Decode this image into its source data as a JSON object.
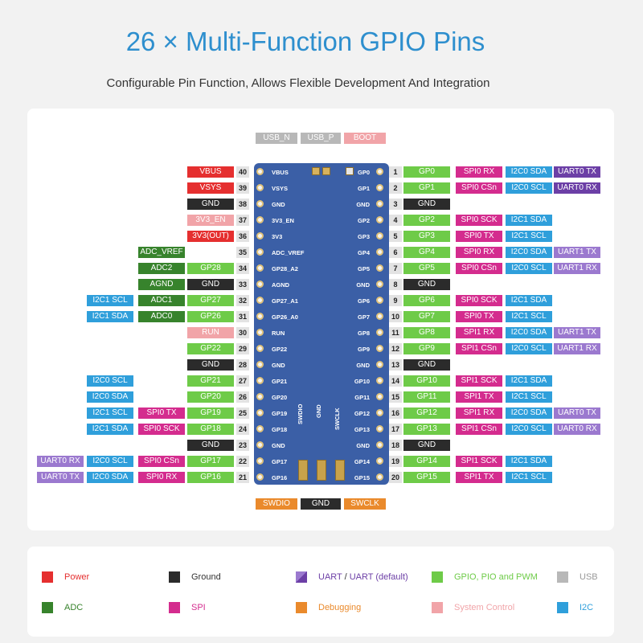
{
  "header": {
    "title": "26 × Multi-Function GPIO Pins",
    "subtitle": "Configurable Pin Function, Allows Flexible Development And Integration"
  },
  "colors": {
    "power": "#e52f2f",
    "ground": "#2b2b2b",
    "gpio": "#6ecb48",
    "adc": "#37832c",
    "spi": "#d42c8e",
    "i2c": "#2f9fdb",
    "uart": "#6c3fa6",
    "uart_default": "#9b79cf",
    "system": "#f1a4a8",
    "usb": "#b8b8b8",
    "debug": "#ea8a2c",
    "title": "#2e8fce"
  },
  "top_labels": [
    "USB_N",
    "USB_P",
    "BOOT"
  ],
  "bottom_labels": [
    "SWDIO",
    "GND",
    "SWCLK"
  ],
  "board_vertical_labels": [
    "SWDIO",
    "GND",
    "SWCLK"
  ],
  "left_pins": [
    {
      "num": "40",
      "board": "VBUS",
      "labels": [
        {
          "text": "VBUS",
          "type": "power"
        }
      ]
    },
    {
      "num": "39",
      "board": "VSYS",
      "labels": [
        {
          "text": "VSYS",
          "type": "power"
        }
      ]
    },
    {
      "num": "38",
      "board": "GND",
      "labels": [
        {
          "text": "GND",
          "type": "gnd"
        }
      ]
    },
    {
      "num": "37",
      "board": "3V3_EN",
      "labels": [
        {
          "text": "3V3_EN",
          "type": "sys"
        }
      ]
    },
    {
      "num": "36",
      "board": "3V3",
      "labels": [
        {
          "text": "3V3(OUT)",
          "type": "power"
        }
      ]
    },
    {
      "num": "35",
      "board": "ADC_VREF",
      "labels": [
        {
          "text": "ADC_VREF",
          "type": "adc"
        }
      ]
    },
    {
      "num": "34",
      "board": "GP28_A2",
      "labels": [
        {
          "text": "GP28",
          "type": "gpio"
        },
        {
          "text": "ADC2",
          "type": "adc"
        }
      ]
    },
    {
      "num": "33",
      "board": "AGND",
      "labels": [
        {
          "text": "GND",
          "type": "gnd"
        },
        {
          "text": "AGND",
          "type": "adc"
        }
      ]
    },
    {
      "num": "32",
      "board": "GP27_A1",
      "labels": [
        {
          "text": "GP27",
          "type": "gpio"
        },
        {
          "text": "ADC1",
          "type": "adc"
        },
        {
          "text": "I2C1 SCL",
          "type": "i2c"
        }
      ]
    },
    {
      "num": "31",
      "board": "GP26_A0",
      "labels": [
        {
          "text": "GP26",
          "type": "gpio"
        },
        {
          "text": "ADC0",
          "type": "adc"
        },
        {
          "text": "I2C1 SDA",
          "type": "i2c"
        }
      ]
    },
    {
      "num": "30",
      "board": "RUN",
      "labels": [
        {
          "text": "RUN",
          "type": "sys"
        }
      ]
    },
    {
      "num": "29",
      "board": "GP22",
      "labels": [
        {
          "text": "GP22",
          "type": "gpio"
        }
      ]
    },
    {
      "num": "28",
      "board": "GND",
      "labels": [
        {
          "text": "GND",
          "type": "gnd"
        }
      ]
    },
    {
      "num": "27",
      "board": "GP21",
      "labels": [
        {
          "text": "GP21",
          "type": "gpio"
        },
        {
          "text": "",
          "type": "none"
        },
        {
          "text": "I2C0 SCL",
          "type": "i2c"
        }
      ]
    },
    {
      "num": "26",
      "board": "GP20",
      "labels": [
        {
          "text": "GP20",
          "type": "gpio"
        },
        {
          "text": "",
          "type": "none"
        },
        {
          "text": "I2C0 SDA",
          "type": "i2c"
        }
      ]
    },
    {
      "num": "25",
      "board": "GP19",
      "labels": [
        {
          "text": "GP19",
          "type": "gpio"
        },
        {
          "text": "SPI0 TX",
          "type": "spi"
        },
        {
          "text": "I2C1 SCL",
          "type": "i2c"
        }
      ]
    },
    {
      "num": "24",
      "board": "GP18",
      "labels": [
        {
          "text": "GP18",
          "type": "gpio"
        },
        {
          "text": "SPI0 SCK",
          "type": "spi"
        },
        {
          "text": "I2C1 SDA",
          "type": "i2c"
        }
      ]
    },
    {
      "num": "23",
      "board": "GND",
      "labels": [
        {
          "text": "GND",
          "type": "gnd"
        }
      ]
    },
    {
      "num": "22",
      "board": "GP17",
      "labels": [
        {
          "text": "GP17",
          "type": "gpio"
        },
        {
          "text": "SPI0 CSn",
          "type": "spi"
        },
        {
          "text": "I2C0 SCL",
          "type": "i2c"
        },
        {
          "text": "UART0 RX",
          "type": "uartd"
        }
      ]
    },
    {
      "num": "21",
      "board": "GP16",
      "labels": [
        {
          "text": "GP16",
          "type": "gpio"
        },
        {
          "text": "SPI0 RX",
          "type": "spi"
        },
        {
          "text": "I2C0 SDA",
          "type": "i2c"
        },
        {
          "text": "UART0 TX",
          "type": "uartd"
        }
      ]
    }
  ],
  "right_pins": [
    {
      "num": "1",
      "board": "GP0",
      "labels": [
        {
          "text": "GP0",
          "type": "gpio"
        },
        {
          "text": "SPI0 RX",
          "type": "spi"
        },
        {
          "text": "I2C0 SDA",
          "type": "i2c"
        },
        {
          "text": "UART0 TX",
          "type": "uart"
        }
      ]
    },
    {
      "num": "2",
      "board": "GP1",
      "labels": [
        {
          "text": "GP1",
          "type": "gpio"
        },
        {
          "text": "SPI0 CSn",
          "type": "spi"
        },
        {
          "text": "I2C0 SCL",
          "type": "i2c"
        },
        {
          "text": "UART0 RX",
          "type": "uart"
        }
      ]
    },
    {
      "num": "3",
      "board": "GND",
      "labels": [
        {
          "text": "GND",
          "type": "gnd"
        }
      ]
    },
    {
      "num": "4",
      "board": "GP2",
      "labels": [
        {
          "text": "GP2",
          "type": "gpio"
        },
        {
          "text": "SPI0 SCK",
          "type": "spi"
        },
        {
          "text": "I2C1 SDA",
          "type": "i2c"
        }
      ]
    },
    {
      "num": "5",
      "board": "GP3",
      "labels": [
        {
          "text": "GP3",
          "type": "gpio"
        },
        {
          "text": "SPI0 TX",
          "type": "spi"
        },
        {
          "text": "I2C1 SCL",
          "type": "i2c"
        }
      ]
    },
    {
      "num": "6",
      "board": "GP4",
      "labels": [
        {
          "text": "GP4",
          "type": "gpio"
        },
        {
          "text": "SPI0 RX",
          "type": "spi"
        },
        {
          "text": "I2C0 SDA",
          "type": "i2c"
        },
        {
          "text": "UART1 TX",
          "type": "uartd"
        }
      ]
    },
    {
      "num": "7",
      "board": "GP5",
      "labels": [
        {
          "text": "GP5",
          "type": "gpio"
        },
        {
          "text": "SPI0 CSn",
          "type": "spi"
        },
        {
          "text": "I2C0 SCL",
          "type": "i2c"
        },
        {
          "text": "UART1 RX",
          "type": "uartd"
        }
      ]
    },
    {
      "num": "8",
      "board": "GND",
      "labels": [
        {
          "text": "GND",
          "type": "gnd"
        }
      ]
    },
    {
      "num": "9",
      "board": "GP6",
      "labels": [
        {
          "text": "GP6",
          "type": "gpio"
        },
        {
          "text": "SPI0 SCK",
          "type": "spi"
        },
        {
          "text": "I2C1 SDA",
          "type": "i2c"
        }
      ]
    },
    {
      "num": "10",
      "board": "GP7",
      "labels": [
        {
          "text": "GP7",
          "type": "gpio"
        },
        {
          "text": "SPI0 TX",
          "type": "spi"
        },
        {
          "text": "I2C1 SCL",
          "type": "i2c"
        }
      ]
    },
    {
      "num": "11",
      "board": "GP8",
      "labels": [
        {
          "text": "GP8",
          "type": "gpio"
        },
        {
          "text": "SPI1 RX",
          "type": "spi"
        },
        {
          "text": "I2C0 SDA",
          "type": "i2c"
        },
        {
          "text": "UART1 TX",
          "type": "uartd"
        }
      ]
    },
    {
      "num": "12",
      "board": "GP9",
      "labels": [
        {
          "text": "GP9",
          "type": "gpio"
        },
        {
          "text": "SPI1 CSn",
          "type": "spi"
        },
        {
          "text": "I2C0 SCL",
          "type": "i2c"
        },
        {
          "text": "UART1 RX",
          "type": "uartd"
        }
      ]
    },
    {
      "num": "13",
      "board": "GND",
      "labels": [
        {
          "text": "GND",
          "type": "gnd"
        }
      ]
    },
    {
      "num": "14",
      "board": "GP10",
      "labels": [
        {
          "text": "GP10",
          "type": "gpio"
        },
        {
          "text": "SPI1 SCK",
          "type": "spi"
        },
        {
          "text": "I2C1 SDA",
          "type": "i2c"
        }
      ]
    },
    {
      "num": "15",
      "board": "GP11",
      "labels": [
        {
          "text": "GP11",
          "type": "gpio"
        },
        {
          "text": "SPI1 TX",
          "type": "spi"
        },
        {
          "text": "I2C1 SCL",
          "type": "i2c"
        }
      ]
    },
    {
      "num": "16",
      "board": "GP12",
      "labels": [
        {
          "text": "GP12",
          "type": "gpio"
        },
        {
          "text": "SPI1 RX",
          "type": "spi"
        },
        {
          "text": "I2C0 SDA",
          "type": "i2c"
        },
        {
          "text": "UART0 TX",
          "type": "uartd"
        }
      ]
    },
    {
      "num": "17",
      "board": "GP13",
      "labels": [
        {
          "text": "GP13",
          "type": "gpio"
        },
        {
          "text": "SPI1 CSn",
          "type": "spi"
        },
        {
          "text": "I2C0 SCL",
          "type": "i2c"
        },
        {
          "text": "UART0 RX",
          "type": "uartd"
        }
      ]
    },
    {
      "num": "18",
      "board": "GND",
      "labels": [
        {
          "text": "GND",
          "type": "gnd"
        }
      ]
    },
    {
      "num": "19",
      "board": "GP14",
      "labels": [
        {
          "text": "GP14",
          "type": "gpio"
        },
        {
          "text": "SPI1 SCK",
          "type": "spi"
        },
        {
          "text": "I2C1 SDA",
          "type": "i2c"
        }
      ]
    },
    {
      "num": "20",
      "board": "GP15",
      "labels": [
        {
          "text": "GP15",
          "type": "gpio"
        },
        {
          "text": "SPI1 TX",
          "type": "spi"
        },
        {
          "text": "I2C1 SCL",
          "type": "i2c"
        }
      ]
    }
  ],
  "legend": [
    {
      "label": "Power",
      "type": "power",
      "text_color": "#e52f2f"
    },
    {
      "label": "Ground",
      "type": "gnd",
      "text_color": "#333333"
    },
    {
      "label_a": "UART",
      "sep": " / ",
      "label_b": "UART (default)",
      "type": "uart-split",
      "text_color": "#6c3fa6"
    },
    {
      "label": "GPIO, PIO and PWM",
      "type": "gpio",
      "text_color": "#6ecb48"
    },
    {
      "label": "USB",
      "type": "usb",
      "text_color": "#999999"
    },
    {
      "label": "ADC",
      "type": "adc",
      "text_color": "#37832c"
    },
    {
      "label": "SPI",
      "type": "spi",
      "text_color": "#d42c8e"
    },
    {
      "label": "Debugging",
      "type": "dbg",
      "text_color": "#ea8a2c"
    },
    {
      "label": "System Control",
      "type": "sys",
      "text_color": "#f1a4a8"
    },
    {
      "label": "I2C",
      "type": "i2c",
      "text_color": "#2f9fdb"
    }
  ]
}
